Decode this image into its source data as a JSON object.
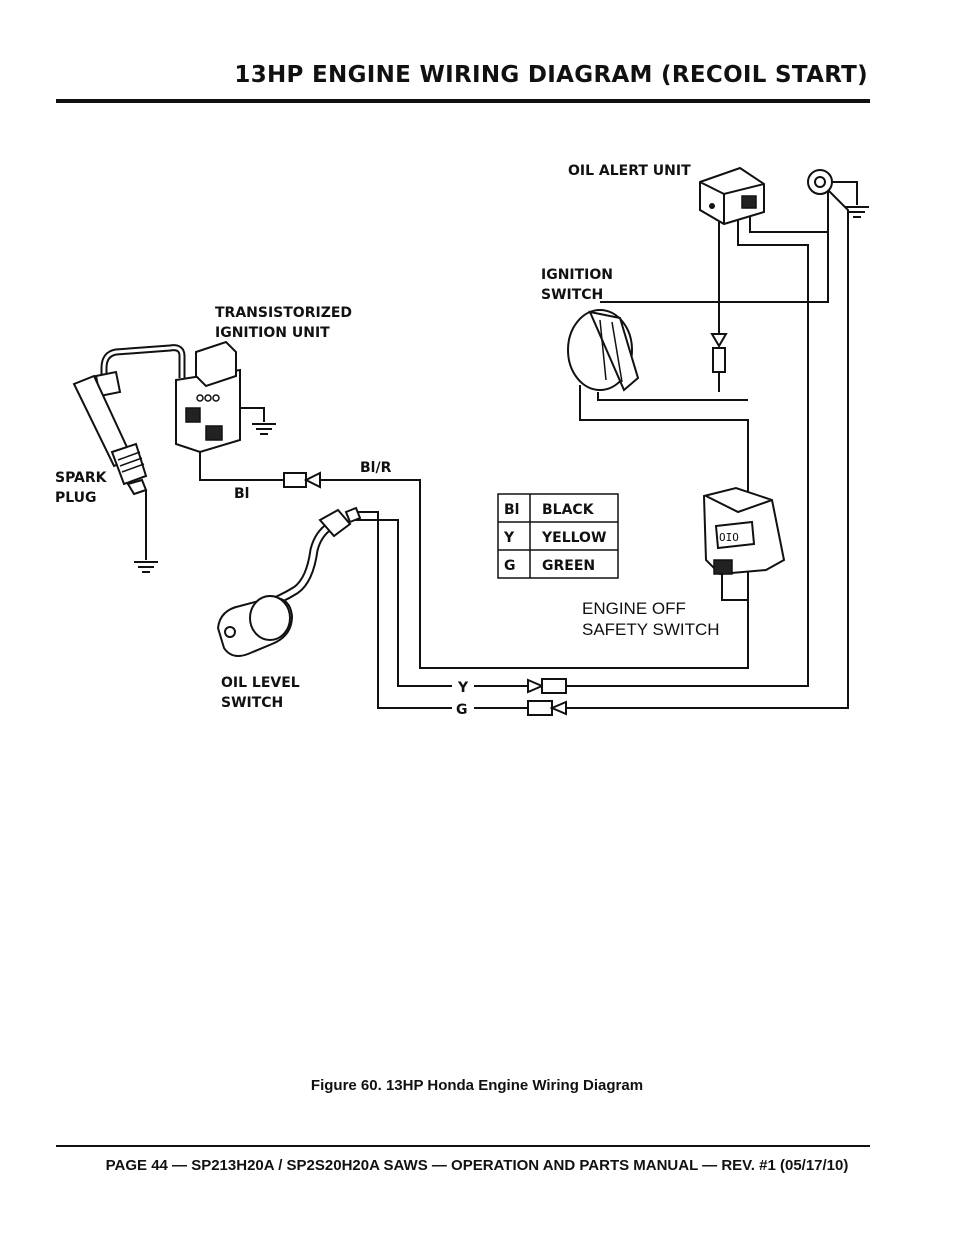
{
  "header": {
    "title": "13HP ENGINE WIRING DIAGRAM (RECOIL START)"
  },
  "diagram": {
    "labels": {
      "oil_alert_unit": "OIL ALERT UNIT",
      "ignition_switch_line1": "IGNITION",
      "ignition_switch_line2": "SWITCH",
      "transistorized_line1": "TRANSISTORIZED",
      "transistorized_line2": "IGNITION UNIT",
      "spark_line1": "SPARK",
      "spark_line2": "PLUG",
      "wire_bl": "Bl",
      "wire_blr": "Bl/R",
      "oil_level_line1": "OIL LEVEL",
      "oil_level_line2": "SWITCH",
      "engine_off_line1": "ENGINE OFF",
      "engine_off_line2": "SAFETY SWITCH",
      "wire_y": "Y",
      "wire_g": "G",
      "switch_marking": "OIO"
    },
    "legend": [
      {
        "code": "Bl",
        "color": "BLACK"
      },
      {
        "code": "Y",
        "color": "YELLOW"
      },
      {
        "code": "G",
        "color": "GREEN"
      }
    ]
  },
  "caption": "Figure 60.  13HP Honda Engine Wiring Diagram",
  "footer": "PAGE 44 —  SP213H20A / SP2S20H20A SAWS — OPERATION AND PARTS  MANUAL — REV. #1 (05/17/10)"
}
